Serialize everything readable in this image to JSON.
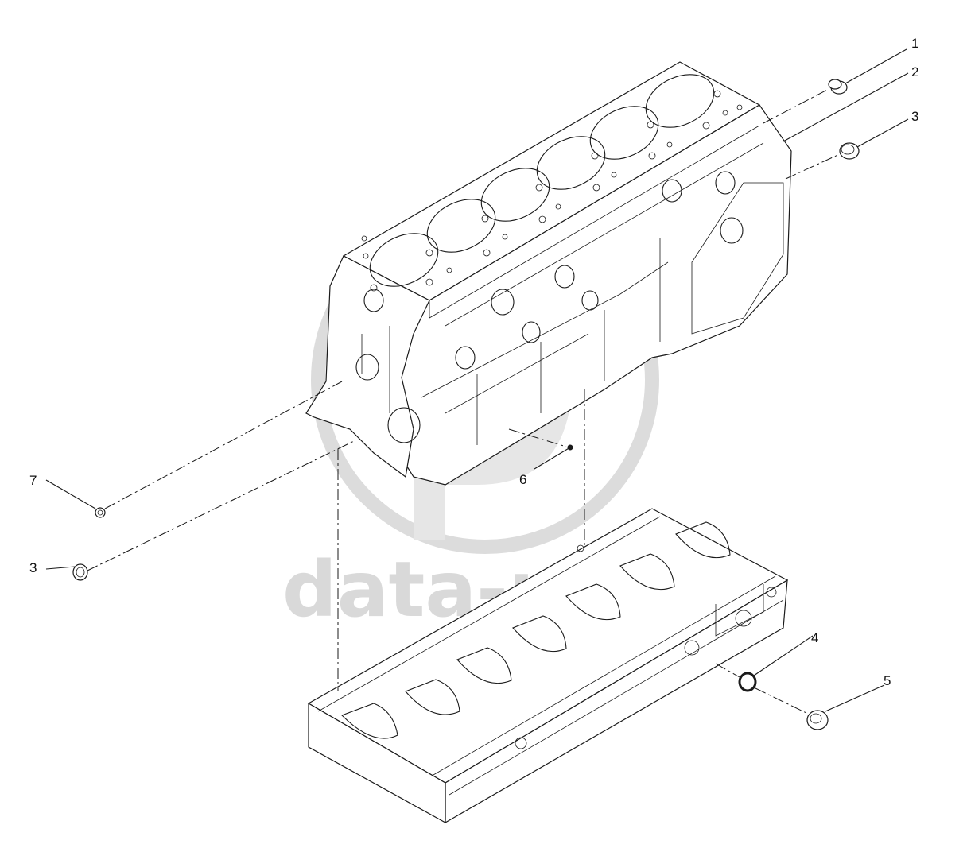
{
  "diagram": {
    "watermark": {
      "text": "data-parts",
      "color": "#d9d9d9"
    },
    "callouts": [
      {
        "id": "callout-1",
        "label": "1"
      },
      {
        "id": "callout-2",
        "label": "2"
      },
      {
        "id": "callout-3-right",
        "label": "3"
      },
      {
        "id": "callout-4",
        "label": "4"
      },
      {
        "id": "callout-5",
        "label": "5"
      },
      {
        "id": "callout-6",
        "label": "6"
      },
      {
        "id": "callout-7",
        "label": "7"
      },
      {
        "id": "callout-3-left",
        "label": "3"
      }
    ],
    "colors": {
      "line": "#1a1a1a",
      "background": "#ffffff"
    }
  }
}
